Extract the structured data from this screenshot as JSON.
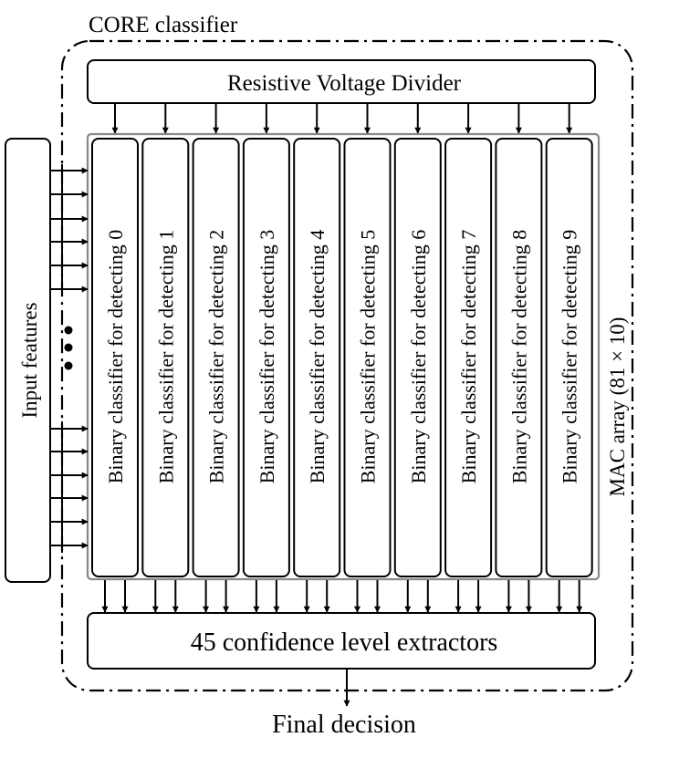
{
  "core_title": "CORE classifier",
  "divider_label": "Resistive Voltage Divider",
  "input_label": "Input features",
  "classifiers": [
    "Binary classifier for detecting 0",
    "Binary classifier for detecting 1",
    "Binary classifier for detecting 2",
    "Binary classifier for detecting 3",
    "Binary classifier for detecting 4",
    "Binary classifier for detecting 5",
    "Binary classifier for detecting 6",
    "Binary classifier for detecting 7",
    "Binary classifier for detecting 8",
    "Binary classifier for detecting 9"
  ],
  "mac_label": "MAC array (81 × 10)",
  "extractor_label": "45 confidence level extractors",
  "output_label": "Final decision"
}
